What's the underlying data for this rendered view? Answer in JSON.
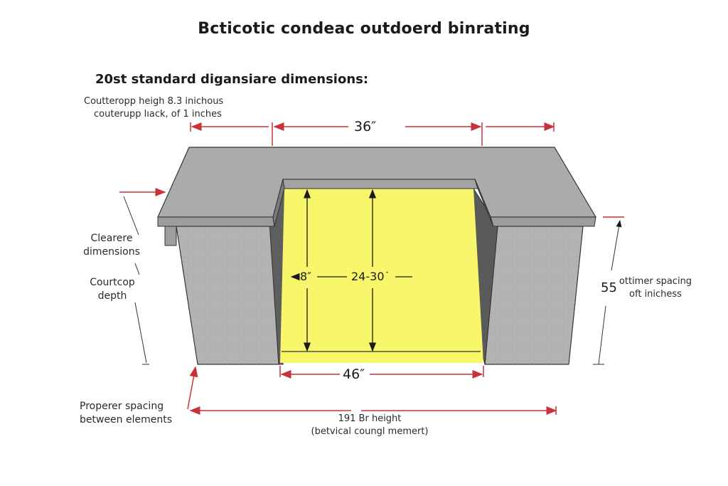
{
  "title": "Bcticotic condeac outdoerd binrating",
  "subtitle": "20st standard digansiare dimensions:",
  "top_notes": {
    "line1": "Coutteropp heigh 8.3 inichous",
    "line2": "couterupp lıack, of 1 inches"
  },
  "left_labels": {
    "clearance_line1": "Clearere",
    "clearance_line2": "dimensions",
    "depth_line1": "Courtcop",
    "depth_line2": "depth"
  },
  "right_label": {
    "value": "55",
    "line1": "ottimer spacing",
    "line2": "oft inichess"
  },
  "bottom_labels": {
    "spacing_line1": "Properer spacing",
    "spacing_line2": "between elements",
    "height_line1": "191 Br height",
    "height_line2": "(betvical coungl memert)"
  },
  "dimensions": {
    "top_width": "36″",
    "opening_depth": "8″",
    "opening_height": "24-30˙",
    "opening_width": "46″"
  },
  "colors": {
    "countertop": "#a9a9a9",
    "base": "#b4b4b4",
    "opening": "#f8f66a",
    "shadow": "#5e5e5e",
    "dimension_line": "#c8323a"
  }
}
